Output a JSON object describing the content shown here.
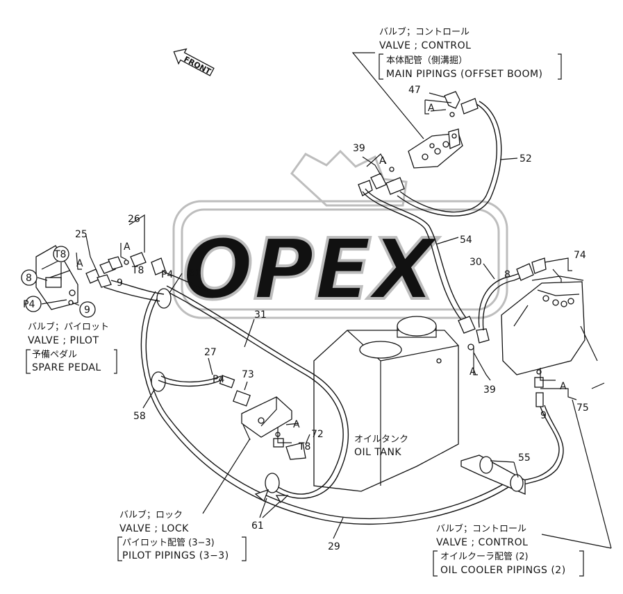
{
  "watermark": {
    "text": "OPEX"
  },
  "front_arrow": {
    "label": "FRONT"
  },
  "callouts": {
    "top": {
      "jp_title": "バルブ；コントロール",
      "en_title": "VALVE ; CONTROL",
      "jp_sub": "本体配管（側溝掘）",
      "en_sub": "MAIN PIPINGS (OFFSET BOOM)"
    },
    "pilot": {
      "jp_title": "バルブ；パイロット",
      "en_title": "VALVE ; PILOT",
      "jp_sub": "予備ペダル",
      "en_sub": "SPARE PEDAL"
    },
    "lock": {
      "jp_title": "バルブ；ロック",
      "en_title": "VALVE ; LOCK",
      "jp_sub": "パイロット配管 (3−3)",
      "en_sub": "PILOT PIPINGS (3−3)"
    },
    "cooler": {
      "jp_title": "バルブ；コントロール",
      "en_title": "VALVE ; CONTROL",
      "jp_sub": "オイルクーラ配管 (2)",
      "en_sub": "OIL COOLER PIPINGS (2)"
    },
    "tank": {
      "jp": "オイルタンク",
      "en": "OIL TANK"
    }
  },
  "part_labels": {
    "p47": "47",
    "p39a": "39",
    "p52": "52",
    "p54": "54",
    "p26": "26",
    "p25": "25",
    "p61a": "61",
    "p30": "30",
    "p8a": "8",
    "p74": "74",
    "p31": "31",
    "p27": "27",
    "p73": "73",
    "p58": "58",
    "p72": "72",
    "p39b": "39",
    "p75": "75",
    "p9a": "9",
    "p55": "55",
    "p61b": "61",
    "p29": "29",
    "p8b": "8",
    "p9b": "9",
    "p9c": "9"
  },
  "port_labels": {
    "a1": "A",
    "a2": "A",
    "a3": "A",
    "a4": "A",
    "a5": "A",
    "a6": "A",
    "a7": "A",
    "t8a": "T8",
    "t8b": "T8",
    "t8c": "T8",
    "p4a": "P4",
    "p4b": "P4",
    "p4c": "P4"
  }
}
